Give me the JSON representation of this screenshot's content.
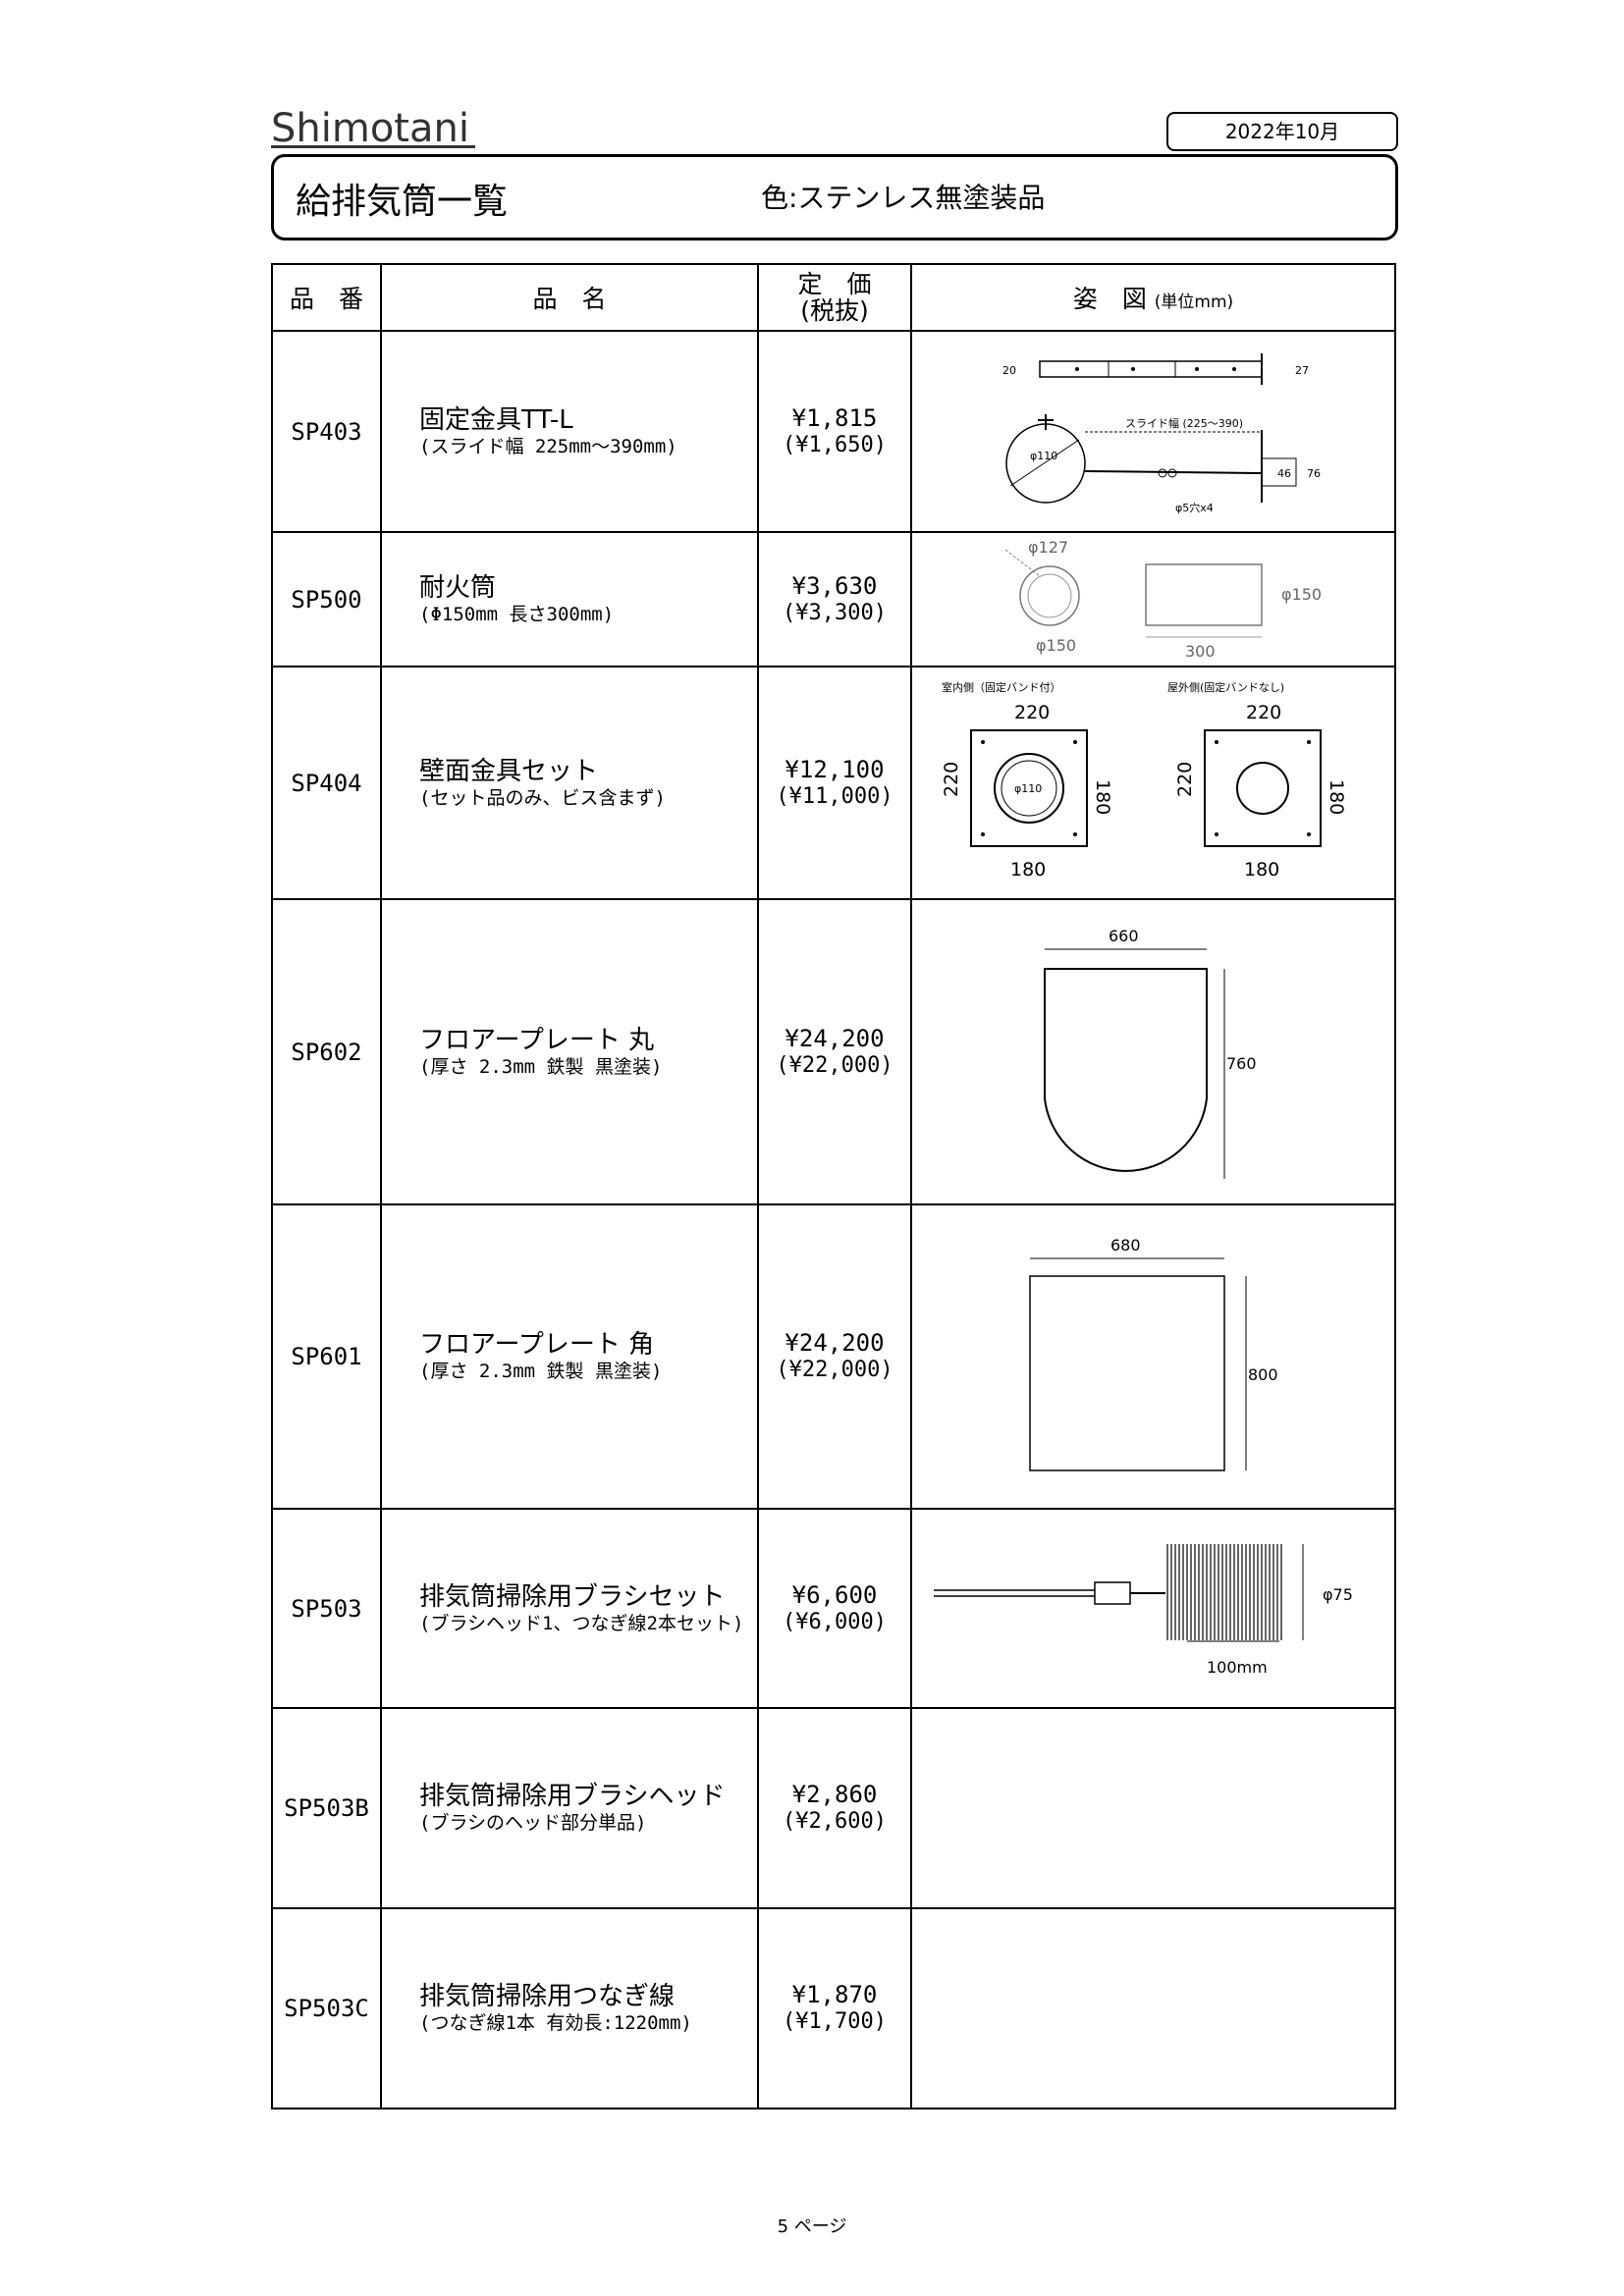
{
  "header": {
    "logo": "Shimotani",
    "date": "2022年10月",
    "title": "給排気筒一覧",
    "color_note": "色:ステンレス無塗装品"
  },
  "table": {
    "headers": {
      "code": "品　番",
      "name": "品　名",
      "price_l1": "定　価",
      "price_l2": "(税抜)",
      "fig": "姿　図",
      "fig_unit": "(単位mm)"
    },
    "rows": [
      {
        "code": "SP403",
        "name": "固定金具TT-L",
        "sub": "(スライド幅 225mm〜390mm)",
        "price": "¥1,815",
        "price_ex": "(¥1,650)"
      },
      {
        "code": "SP500",
        "name": "耐火筒",
        "sub": "(Φ150mm 長さ300mm)",
        "price": "¥3,630",
        "price_ex": "(¥3,300)"
      },
      {
        "code": "SP404",
        "name": "壁面金具セット",
        "sub": "(セット品のみ、ビス含まず)",
        "price": "¥12,100",
        "price_ex": "(¥11,000)"
      },
      {
        "code": "SP602",
        "name": "フロアープレート 丸",
        "sub": "(厚さ 2.3mm 鉄製 黒塗装)",
        "price": "¥24,200",
        "price_ex": "(¥22,000)"
      },
      {
        "code": "SP601",
        "name": "フロアープレート 角",
        "sub": "(厚さ 2.3mm 鉄製 黒塗装)",
        "price": "¥24,200",
        "price_ex": "(¥22,000)"
      },
      {
        "code": "SP503",
        "name": "排気筒掃除用ブラシセット",
        "sub": "(ブラシヘッド1、つなぎ線2本セット)",
        "price": "¥6,600",
        "price_ex": "(¥6,000)"
      },
      {
        "code": "SP503B",
        "name": "排気筒掃除用ブラシヘッド",
        "sub": "(ブラシのヘッド部分単品)",
        "price": "¥2,860",
        "price_ex": "(¥2,600)"
      },
      {
        "code": "SP503C",
        "name": "排気筒掃除用つなぎ線",
        "sub": "(つなぎ線1本 有効長:1220mm)",
        "price": "¥1,870",
        "price_ex": "(¥1,700)"
      }
    ]
  },
  "figures": {
    "sp403": {
      "d20": "20",
      "d27": "27",
      "slide": "スライド幅 (225〜390)",
      "phi110": "φ110",
      "d46": "46",
      "d76": "76",
      "holes": "φ5穴x4"
    },
    "sp500": {
      "phi127": "φ127",
      "phi150a": "φ150",
      "phi150b": "φ150",
      "len300": "300"
    },
    "sp404": {
      "indoor": "室内側（固定バンド付）",
      "outdoor": "屋外側(固定バンドなし)",
      "w220a": "220",
      "w220b": "220",
      "h220a": "220",
      "h220b": "220",
      "i180a": "180",
      "i180b": "180",
      "i180c": "180",
      "i180d": "180",
      "phi110": "φ110"
    },
    "sp602": {
      "w": "660",
      "h": "760"
    },
    "sp601": {
      "w": "680",
      "h": "800"
    },
    "sp503": {
      "phi75": "φ75",
      "len": "100mm"
    }
  },
  "footer": {
    "page": "5 ページ"
  }
}
